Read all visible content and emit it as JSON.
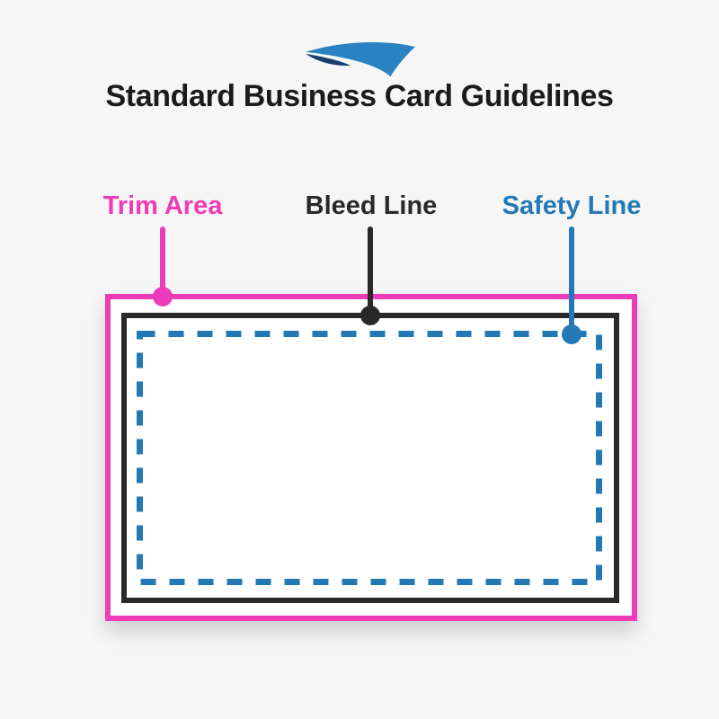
{
  "page": {
    "background_color": "#f6f6f7"
  },
  "header": {
    "logo": {
      "icon": "swoosh-logo",
      "primary_color": "#2b82c3",
      "accent_color": "#16406f"
    },
    "title": "Standard Business Card Guidelines",
    "title_color": "#1b1b1b"
  },
  "diagram": {
    "card_fill": "#ffffff",
    "labels": [
      {
        "id": "trim-area",
        "text": "Trim Area",
        "color": "#ee3cb8",
        "line_style": "solid"
      },
      {
        "id": "bleed-line",
        "text": "Bleed Line",
        "color": "#2b2829",
        "line_style": "solid"
      },
      {
        "id": "safety-line",
        "text": "Safety Line",
        "color": "#2279b5",
        "line_style": "dashed"
      }
    ]
  }
}
